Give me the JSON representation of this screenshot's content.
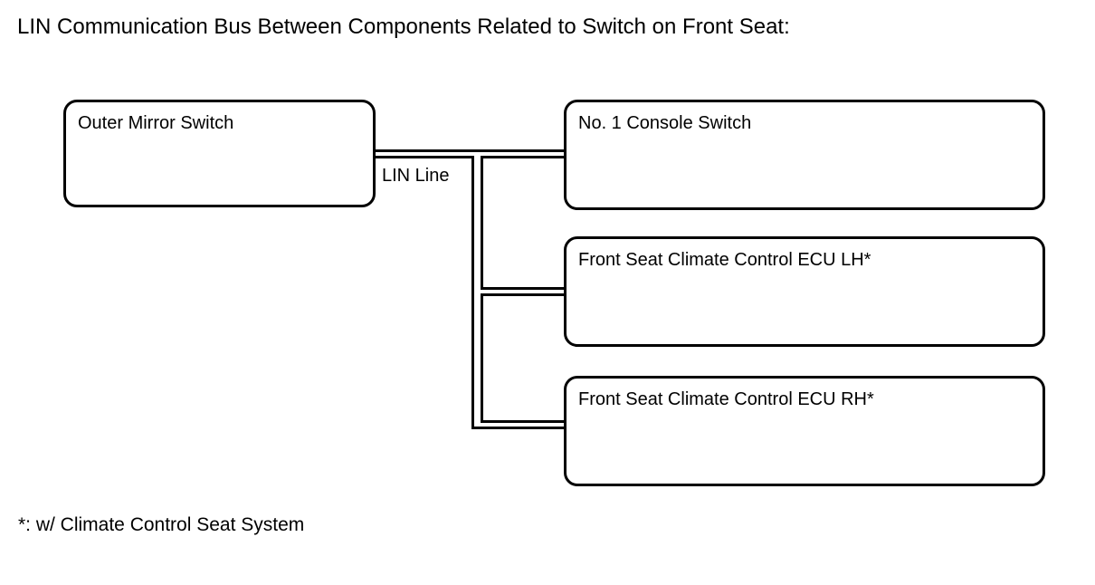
{
  "title": "LIN Communication Bus Between Components Related to Switch on Front Seat:",
  "bus": {
    "label": "LIN Line"
  },
  "nodes": {
    "outer_mirror_switch": {
      "label": "Outer Mirror Switch"
    },
    "console_switch": {
      "label": "No. 1 Console Switch"
    },
    "climate_ecu_lh": {
      "label": "Front Seat Climate Control ECU LH*"
    },
    "climate_ecu_rh": {
      "label": "Front Seat Climate Control ECU RH*"
    }
  },
  "footnote": "*: w/ Climate Control Seat System",
  "colors": {
    "background": "#ffffff",
    "line": "#000000",
    "text": "#000000"
  }
}
